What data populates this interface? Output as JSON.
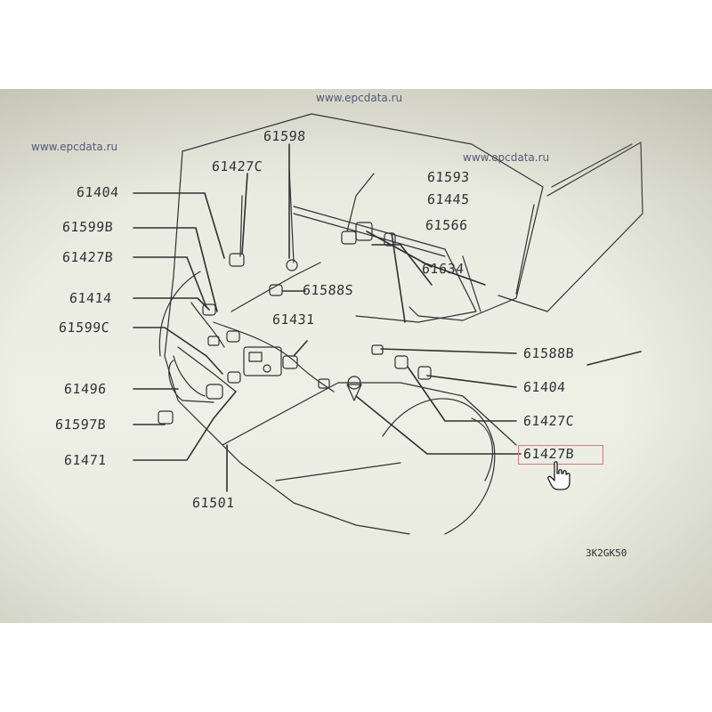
{
  "watermarks": [
    "www.epcdata.ru",
    "www.epcdata.ru",
    "www.epcdata.ru"
  ],
  "figure_code": "3K2GK50",
  "callouts": {
    "c61598": "61598",
    "c61427C_top": "61427C",
    "c61404_left": "61404",
    "c61599B": "61599B",
    "c61427B_left": "61427B",
    "c61414": "61414",
    "c61599C": "61599C",
    "c61496": "61496",
    "c61597B": "61597B",
    "c61471": "61471",
    "c61501": "61501",
    "c61431": "61431",
    "c61588S": "61588S",
    "c61593": "61593",
    "c61445": "61445",
    "c61566": "61566",
    "c61634": "61634",
    "c61588B": "61588B",
    "c61404_right": "61404",
    "c61427C_right": "61427C",
    "c61427B_right": "61427B"
  },
  "selected_part": "61427B",
  "colors": {
    "screen_bg": "#eef0e6",
    "line": "#2e3034",
    "selection": "#d87880",
    "watermark": "#56597a"
  },
  "icons": [
    "hand-pointer-icon"
  ]
}
